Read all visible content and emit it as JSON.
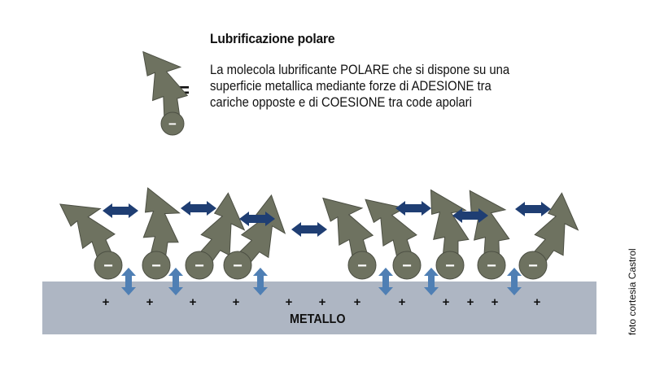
{
  "title": "Lubrificazione polare",
  "description_lines": [
    "La molecola lubrificante POLARE che si dispone su una",
    "superficie metallica mediante forze di ADESIONE tra",
    "cariche opposte e di COESIONE tra code apolari"
  ],
  "legend_equals": "=",
  "charge_negative": "−",
  "charge_positive": "+",
  "metal_label": "METALLO",
  "credit": "foto cortesia Castrol",
  "colors": {
    "molecule": "#6e7260",
    "molecule_outline": "#4c4f43",
    "metal_surface": "#aeb6c3",
    "cohesion_arrow": "#1f3e73",
    "adhesion_arrow": "#4f7fb4",
    "charge_text": "#ffffff"
  },
  "icons": [
    "lightning-tail-molecule",
    "double-arrow-horizontal",
    "double-arrow-vertical"
  ]
}
